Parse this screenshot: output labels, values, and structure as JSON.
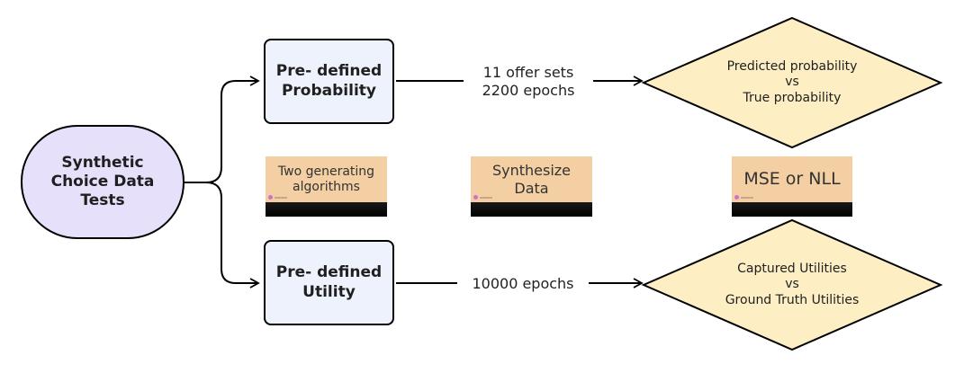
{
  "root": {
    "label": "Synthetic\nChoice Data\nTests"
  },
  "top_branch": {
    "box_label": "Pre- defined\nProbability",
    "edge_label": "11 offer sets\n2200 epochs",
    "diamond_label": "Predicted probability\nvs\nTrue probability"
  },
  "bottom_branch": {
    "box_label": "Pre- defined\nUtility",
    "edge_label": "10000 epochs",
    "diamond_label": "Captured Utilities\nvs\nGround Truth Utilities"
  },
  "tiles": [
    {
      "id": "generating",
      "label": "Two generating\nalgorithms"
    },
    {
      "id": "synthesize",
      "label": "Synthesize Data"
    },
    {
      "id": "metric",
      "label": "MSE or NLL"
    }
  ],
  "colors": {
    "root_fill": "#e6e0fb",
    "box_fill": "#eef2fd",
    "diamond_fill": "#fdefc3",
    "tile_fill": "#f3cfa3",
    "stroke": "#000000"
  }
}
